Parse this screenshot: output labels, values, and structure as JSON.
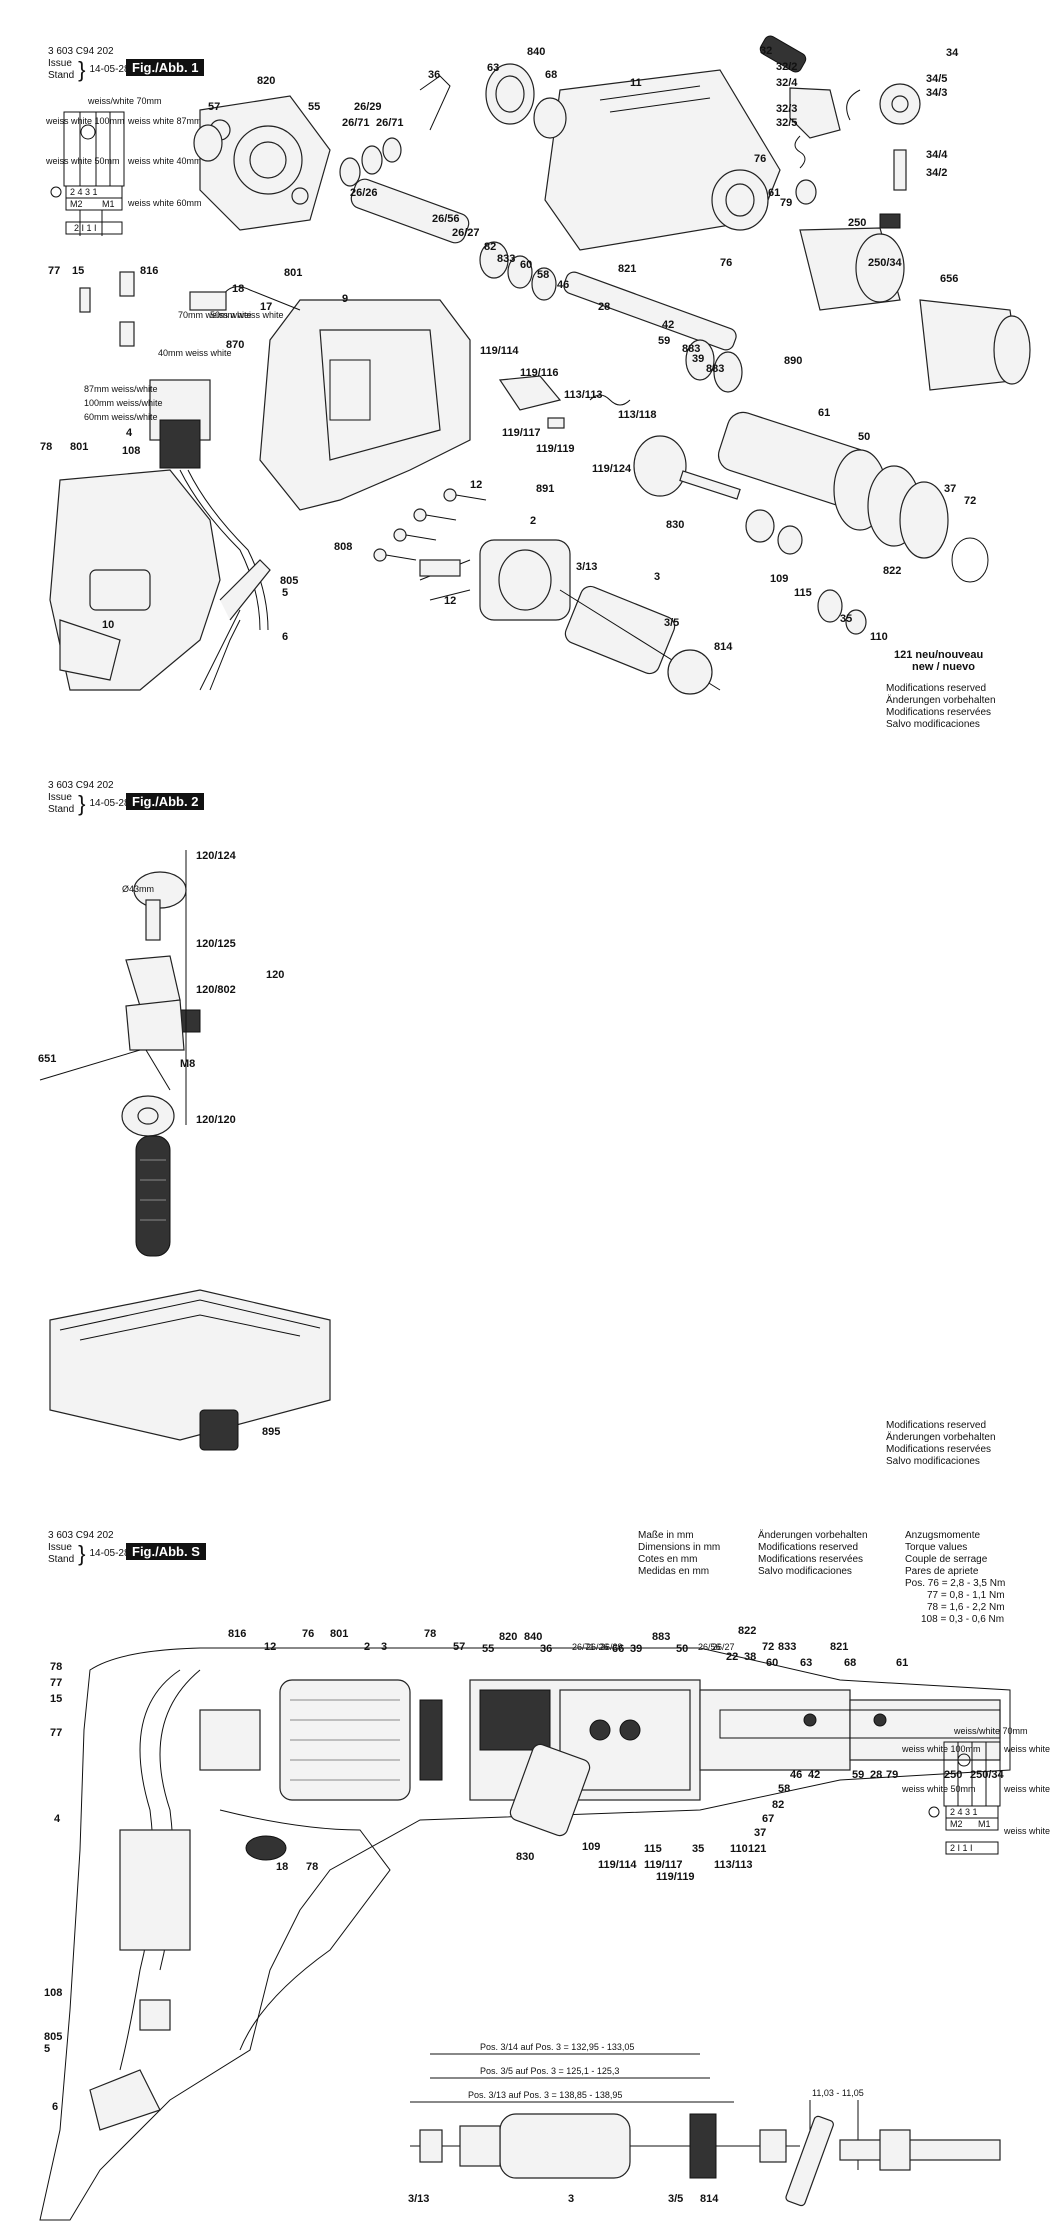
{
  "sheets": [
    {
      "doc_number": "3 603 C94 202",
      "issue_label": "Issue",
      "stand_label": "Stand",
      "date": "14-05-28",
      "figure_label": "Fig./Abb. 1",
      "modifications": [
        "Modifications reserved",
        "Änderungen vorbehalten",
        "Modifications reservées",
        "Salvo modificaciones"
      ]
    },
    {
      "doc_number": "3 603 C94 202",
      "issue_label": "Issue",
      "stand_label": "Stand",
      "date": "14-05-28",
      "figure_label": "Fig./Abb. 2",
      "modifications": [
        "Modifications reserved",
        "Änderungen vorbehalten",
        "Modifications reservées",
        "Salvo modificaciones"
      ]
    },
    {
      "doc_number": "3 603 C94 202",
      "issue_label": "Issue",
      "stand_label": "Stand",
      "date": "14-05-28",
      "figure_label": "Fig./Abb. S",
      "dimensions": [
        "Maße in mm",
        "Dimensions in mm",
        "Cotes en mm",
        "Medidas en mm"
      ],
      "modifications": [
        "Änderungen vorbehalten",
        "Modifications reserved",
        "Modifications reservées",
        "Salvo modificaciones"
      ],
      "torque_heading": [
        "Anzugsmomente",
        "Torque values",
        "Couple de serrage",
        "Pares de apriete"
      ],
      "torque_values": [
        "Pos. 76 = 2,8 - 3,5 Nm",
        "77 = 0,8 - 1,1 Nm",
        "78 = 1,6 - 2,2 Nm",
        "108 = 0,3 - 0,6 Nm"
      ]
    }
  ],
  "fig1_labels": {
    "p820": "820",
    "p57": "57",
    "p55": "55",
    "p36": "36",
    "p840": "840",
    "p63": "63",
    "p68": "68",
    "p11": "11",
    "p32": "32",
    "p32_2": "32/2",
    "p32_4": "32/4",
    "p32_3": "32/3",
    "p32_5": "32/5",
    "p34": "34",
    "p34_5": "34/5",
    "p34_3": "34/3",
    "p34_4": "34/4",
    "p34_2": "34/2",
    "p26_29": "26/29",
    "p26_71a": "26/71",
    "p26_71b": "26/71",
    "p26_26": "26/26",
    "p26_56": "26/56",
    "p26_27": "26/27",
    "p82": "82",
    "p833": "833",
    "p60": "60",
    "p58": "58",
    "p46": "46",
    "p28": "28",
    "p821": "821",
    "p76a": "76",
    "p76b": "76",
    "p61a": "61",
    "p79": "79",
    "p250": "250",
    "p250_34": "250/34",
    "p656": "656",
    "p77": "77",
    "p15": "15",
    "p816": "816",
    "p18": "18",
    "p801a": "801",
    "p17": "17",
    "p9": "9",
    "p870": "870",
    "p42": "42",
    "p59": "59",
    "p883": "883",
    "p39": "39",
    "p883b": "883",
    "p890": "890",
    "p119_114": "119/114",
    "p119_116": "119/116",
    "p113_113": "113/113",
    "p113_118": "113/118",
    "p119_117": "119/117",
    "p119_119": "119/119",
    "p119_124": "119/124",
    "p891": "891",
    "p61b": "61",
    "p50": "50",
    "p78": "78",
    "p801b": "801",
    "p4": "4",
    "p108": "108",
    "p12a": "12",
    "p2": "2",
    "p830": "830",
    "p37": "37",
    "p72": "72",
    "p808": "808",
    "p805": "805",
    "p5": "5",
    "p6": "6",
    "p10": "10",
    "p12b": "12",
    "p3_13": "3/13",
    "p3": "3",
    "p3_5": "3/5",
    "p814": "814",
    "p109": "109",
    "p115": "115",
    "p822": "822",
    "p35": "35",
    "p110": "110",
    "p121": "121 neu/nouveau",
    "p121b": "new / nuevo"
  },
  "fig1_wiring": {
    "top": "weiss/white 70mm",
    "w100": "weiss white 100mm",
    "w87": "weiss white 87mm",
    "w50": "weiss white 50mm",
    "w40": "weiss white 40mm",
    "w60": "weiss white 60mm",
    "terms": "2 4 3 1",
    "m2": "M2",
    "m1": "M1",
    "bot": "2 I 1 I",
    "sw70": "70mm weiss white",
    "sw50": "50mm weiss white",
    "sw40": "40mm weiss white",
    "sw87": "87mm weiss/white",
    "sw100": "100mm weiss/white",
    "sw60": "60mm weiss/white"
  },
  "fig2_labels": {
    "p120_124": "120/124",
    "p120_125": "120/125",
    "p120": "120",
    "p120_802": "120/802",
    "p651": "651",
    "pM8": "M8",
    "p120_120": "120/120",
    "p43": "Ø43mm",
    "p895": "895"
  },
  "figS_labels": {
    "p816": "816",
    "p12": "12",
    "p76": "76",
    "p801": "801",
    "p2": "2",
    "p3": "3",
    "p78a": "78",
    "p57": "57",
    "p55": "55",
    "p820": "820",
    "p840": "840",
    "p36": "36",
    "p26_71": "26/71",
    "p26_26": "26/26",
    "p26_29": "26/29",
    "p66": "66",
    "p39": "39",
    "p883": "883",
    "p50": "50",
    "p26_56": "26/56",
    "p26_27": "26/27",
    "p822": "822",
    "p22": "22",
    "p38": "38",
    "p72": "72",
    "p833": "833",
    "p60": "60",
    "p63": "63",
    "p821": "821",
    "p68": "68",
    "p61": "61",
    "p78b": "78",
    "p77a": "77",
    "p15": "15",
    "p77b": "77",
    "p4": "4",
    "p18": "18",
    "p78c": "78",
    "p830": "830",
    "p109": "109",
    "p119_114": "119/114",
    "p115": "115",
    "p119_117": "119/117",
    "p119_119": "119/119",
    "p35": "35",
    "p110": "110",
    "p121": "121",
    "p113_113": "113/113",
    "p37": "37",
    "p67": "67",
    "p82": "82",
    "p58": "58",
    "p46": "46",
    "p42": "42",
    "p59": "59",
    "p28": "28",
    "p79": "79",
    "p250": "250",
    "p250_34": "250/34",
    "p108": "108",
    "p805": "805",
    "p5": "5",
    "p6": "6",
    "p3_13": "3/13",
    "p3b": "3",
    "p3_5": "3/5",
    "p814": "814"
  },
  "figS_dims": {
    "d1": "Pos. 3/14 auf Pos. 3 = 132,95 - 133,05",
    "d2": "Pos. 3/5 auf Pos. 3 = 125,1 - 125,3",
    "d3": "Pos. 3/13 auf Pos. 3 = 138,85 - 138,95",
    "d4": "11,03 - 11,05"
  }
}
